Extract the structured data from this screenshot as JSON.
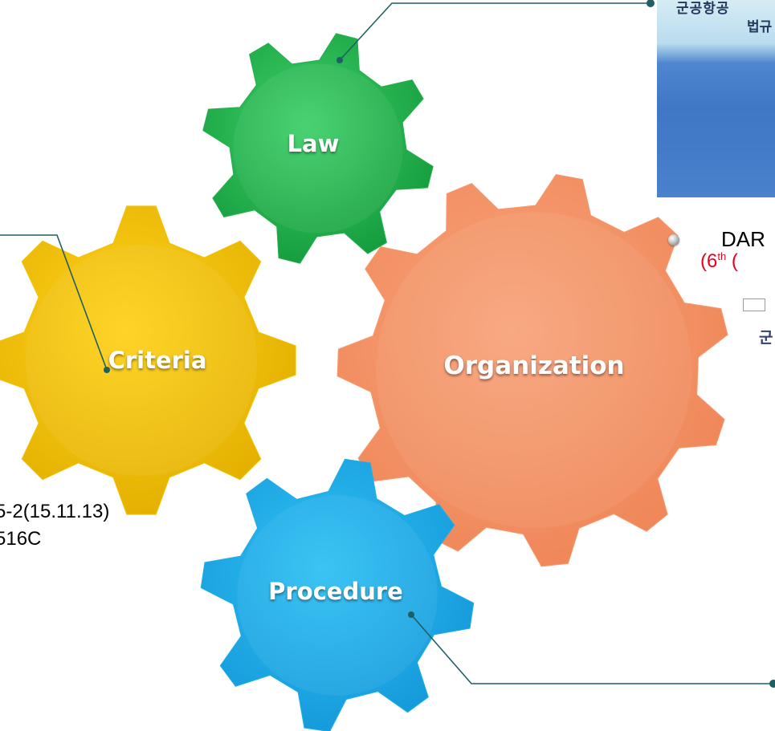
{
  "gears": {
    "law": {
      "label": "Law",
      "color": "#22b14c"
    },
    "criteria": {
      "label": "Criteria",
      "color": "#f2c200"
    },
    "organization": {
      "label": "Organization",
      "color": "#f79a6e"
    },
    "procedure": {
      "label": "Procedure",
      "color": "#1eaee8"
    }
  },
  "document_thumbnail": {
    "line1": "군공항공",
    "line2": "법규"
  },
  "dar_item": {
    "text": "DAR",
    "edition_prefix": "(6",
    "edition_sup": "th",
    "edition_rest": " (",
    "edition_color": "#e8001c"
  },
  "doc_fragment": {
    "korean_text": "군"
  },
  "criteria_note": {
    "line1": "5-2(15.11.13)",
    "line2": "516C"
  },
  "connector_color": "#1f5f63"
}
